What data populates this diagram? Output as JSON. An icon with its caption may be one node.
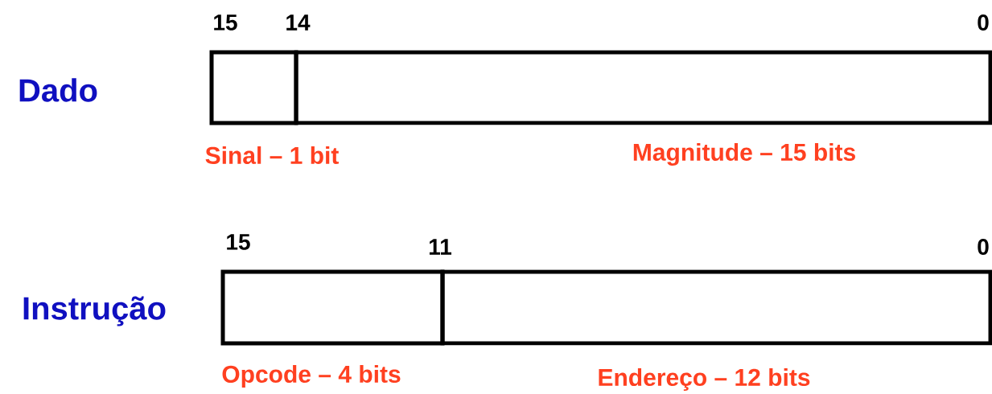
{
  "diagram": {
    "nodes": [
      {
        "text": [],
        "shape": "box",
        "beside": [
          "Sinal – 1 bit"
        ]
      },
      {
        "text": [],
        "shape": "box",
        "beside": [
          "Magnitude – 15 bits"
        ]
      },
      {
        "text": [],
        "shape": "box",
        "beside": [
          "Opcode – 4 bits"
        ]
      },
      {
        "text": [],
        "shape": "box",
        "beside": [
          "Endereço – 12 bits"
        ]
      }
    ],
    "labels": [
      "15",
      "14",
      "0",
      "Dado",
      "15",
      "11",
      "0",
      "Instrução"
    ]
  }
}
